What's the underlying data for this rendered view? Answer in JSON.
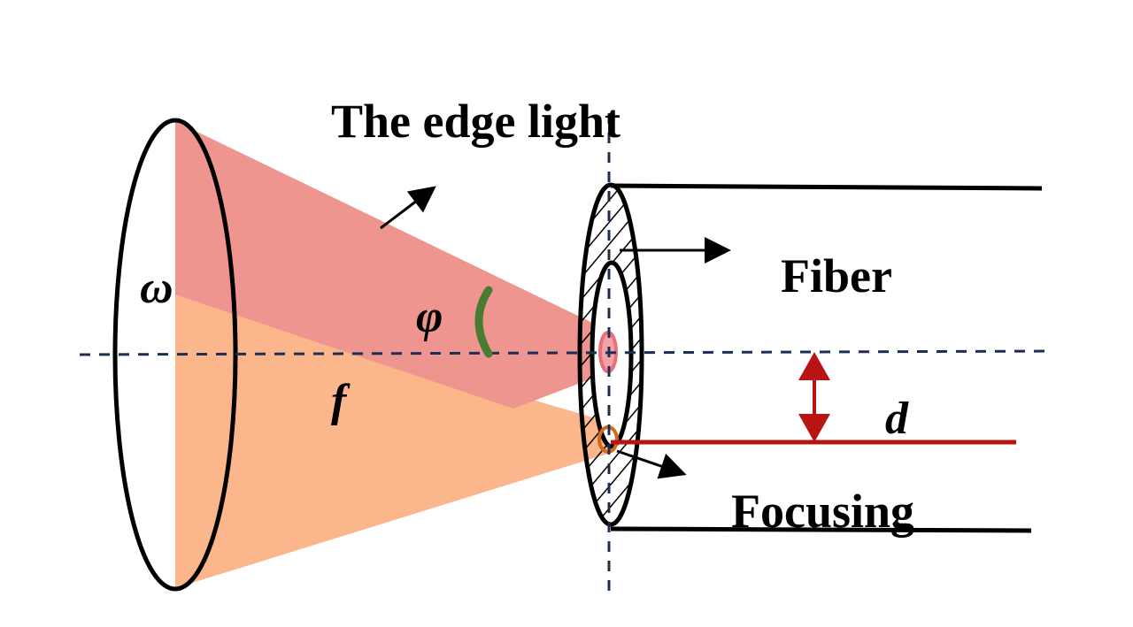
{
  "labels": {
    "edge_light": "The edge light",
    "fiber": "Fiber",
    "focusing": "Focusing",
    "omega": "ω",
    "phi": "φ",
    "f": "f",
    "d": "d"
  },
  "colors": {
    "edge_beam": "#ee9590",
    "focus_beam": "#fbb68c",
    "axis_dash": "#1b2f55",
    "outline": "#000000",
    "offset_line": "#b81414",
    "angle_arc": "#4b7a33",
    "edge_spot": "#e8707a",
    "focus_spot": "#d4691a"
  }
}
